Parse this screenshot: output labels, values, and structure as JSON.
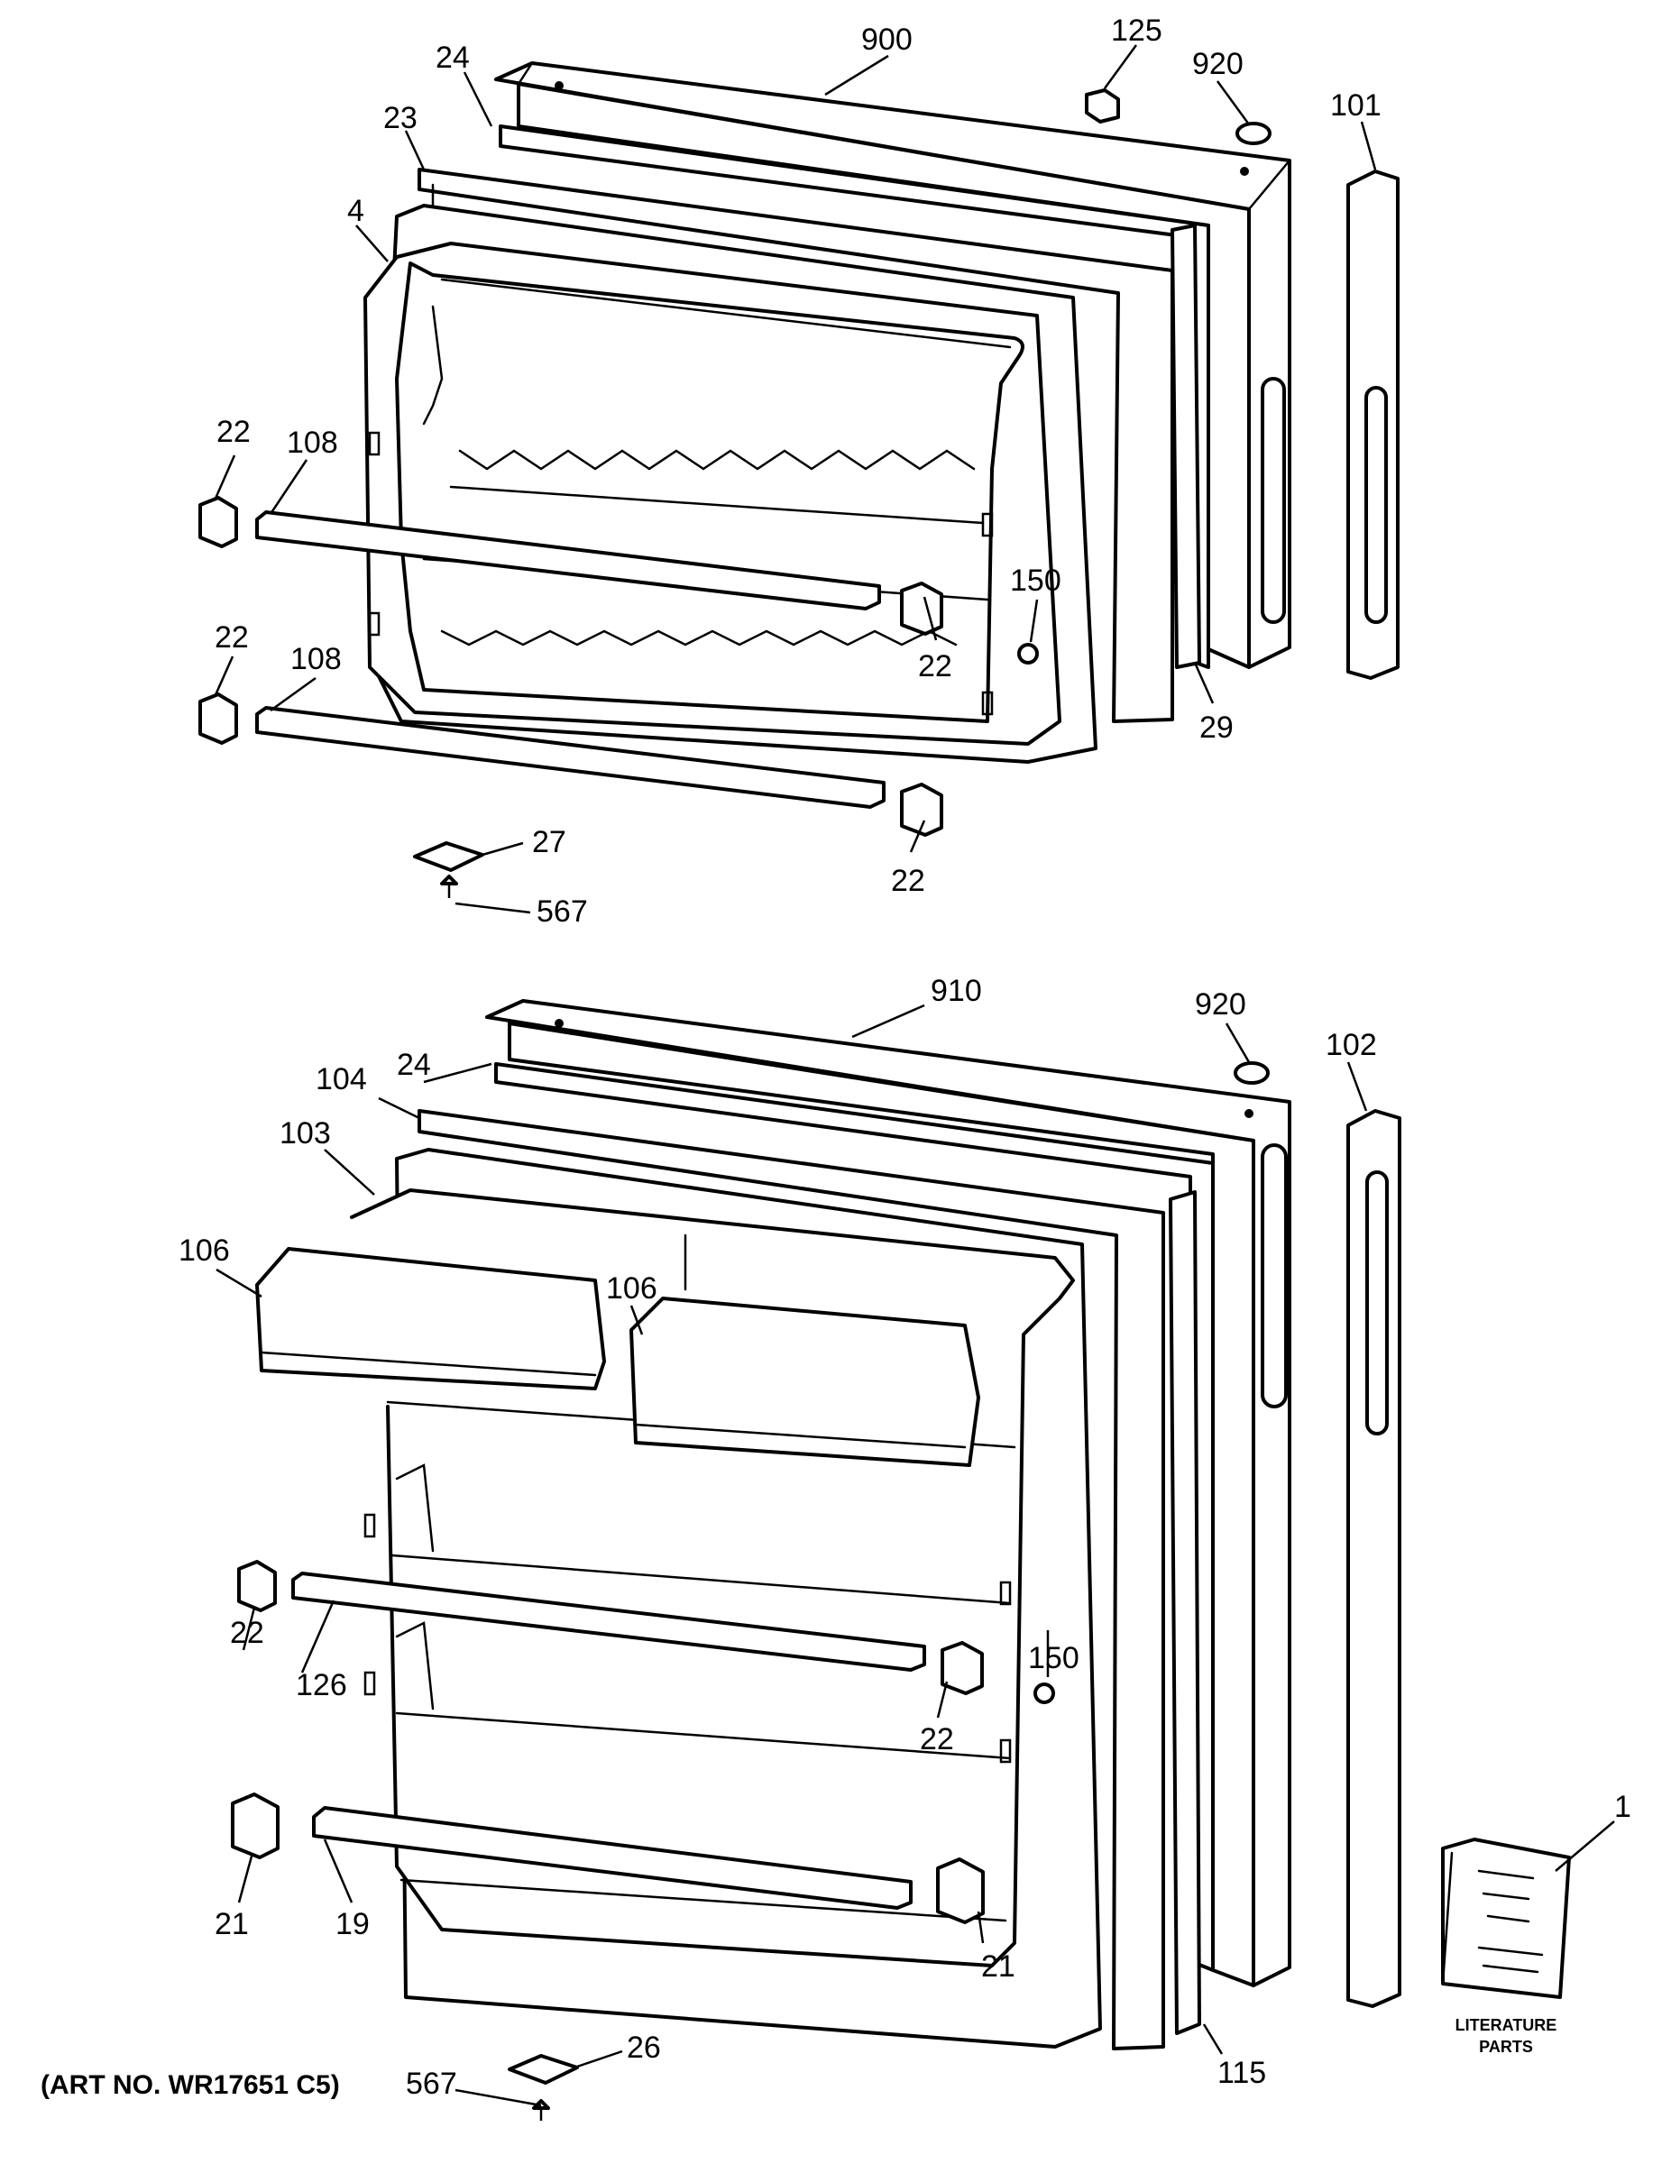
{
  "callouts": {
    "c900": "900",
    "c125": "125",
    "c920a": "920",
    "c101": "101",
    "c24a": "24",
    "c23": "23",
    "c4": "4",
    "c22a": "22",
    "c108a": "108",
    "c150a": "150",
    "c22b": "22",
    "c22c": "22",
    "c108b": "108",
    "c29": "29",
    "c27": "27",
    "c22d": "22",
    "c567a": "567",
    "c910": "910",
    "c920b": "920",
    "c102": "102",
    "c24b": "24",
    "c104": "104",
    "c103": "103",
    "c106a": "106",
    "c106b": "106",
    "c22e": "22",
    "c126": "126",
    "c150b": "150",
    "c22f": "22",
    "c21a": "21",
    "c19": "19",
    "c21b": "21",
    "c1": "1",
    "c26": "26",
    "c567b": "567",
    "c115": "115"
  },
  "literature": {
    "line1": "LITERATURE",
    "line2": "PARTS"
  },
  "art_number": "(ART NO. WR17651 C5)",
  "colors": {
    "ink": "#000000",
    "paper": "#ffffff"
  }
}
